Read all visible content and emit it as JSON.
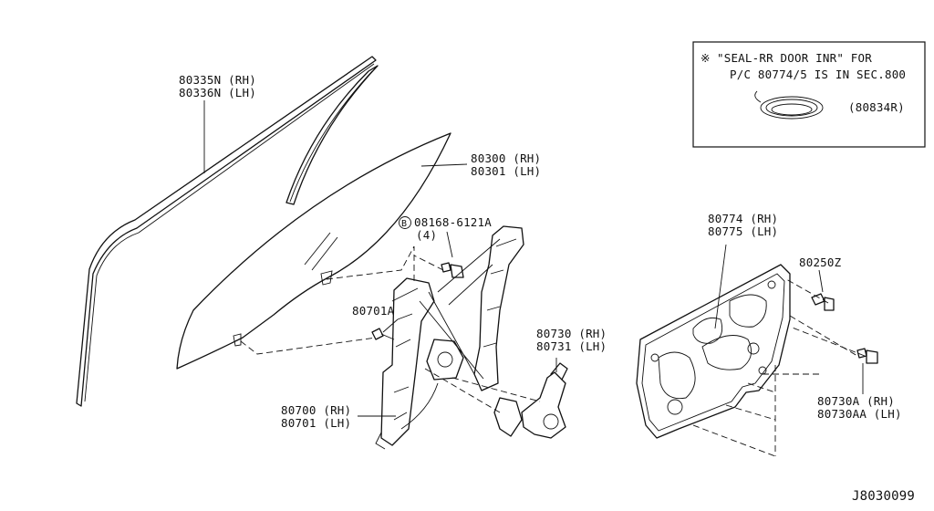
{
  "diagram_id": "J8030099",
  "labels": {
    "glass_run_rh": "80335N (RH)",
    "glass_run_lh": "80336N (LH)",
    "door_glass_rh": "80300 (RH)",
    "door_glass_lh": "80301 (LH)",
    "bolt_code": "08168-6121A",
    "bolt_qty": "(4)",
    "bolt_symbol": "B",
    "clip": "80701A",
    "motor_rh": "80730 (RH)",
    "motor_lh": "80731 (LH)",
    "regulator_rh": "80700 (RH)",
    "regulator_lh": "80701 (LH)",
    "module_rh": "80774 (RH)",
    "module_lh": "80775 (LH)",
    "screw": "80250Z",
    "screw2_rh": "80730A  (RH)",
    "screw2_lh": "80730AA (LH)"
  },
  "note": {
    "symbol": "※",
    "line1": "\"SEAL-RR DOOR INR\" FOR",
    "line2": "P/C 80774/5 IS IN SEC.800",
    "part": "(80834R)"
  }
}
